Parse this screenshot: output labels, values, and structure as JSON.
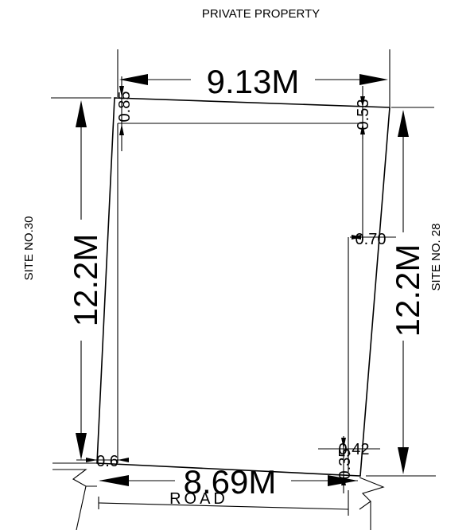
{
  "labels": {
    "north": "PRIVATE PROPERTY",
    "south": "ROAD",
    "west": "SITE NO.30",
    "east": "SITE NO. 28"
  },
  "dimensions": {
    "top_width": "9.13M",
    "bottom_width": "8.69M",
    "left_depth": "12.2M",
    "right_depth": "12.2M"
  },
  "offsets": {
    "top_left": "0.85",
    "top_right": "0.53",
    "right_mid": "0.70",
    "bottom_right_a": "0.42",
    "bottom_right_b": "0.35",
    "bottom_left": "0.6"
  }
}
